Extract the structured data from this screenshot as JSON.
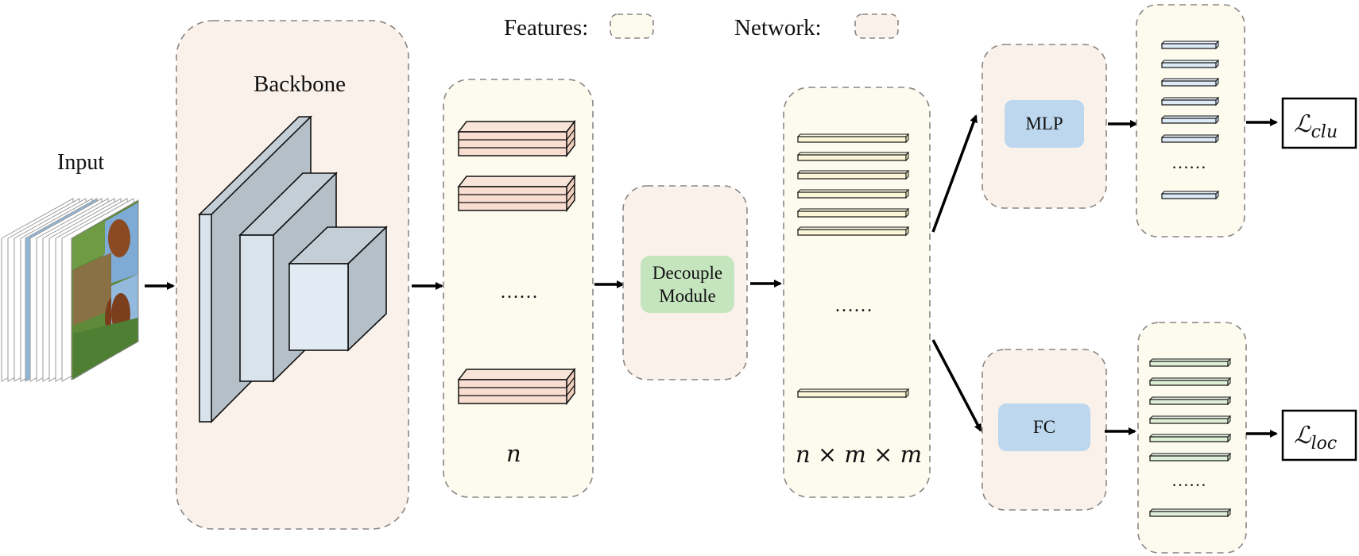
{
  "legend": {
    "features_label": "Features:",
    "network_label": "Network:"
  },
  "labels": {
    "input": "Input",
    "backbone": "Backbone",
    "decouple_line1": "Decouple",
    "decouple_line2": "Module",
    "mlp": "MLP",
    "fc": "FC",
    "n": "n",
    "n_m_m": "n × m × m",
    "ellipsis": "……",
    "loss_clu_main": "ℒ",
    "loss_clu_sub": "clu",
    "loss_loc_main": "ℒ",
    "loss_loc_sub": "loc"
  },
  "colors": {
    "feature_fill": "#fdfaee",
    "network_fill": "#faf1ea",
    "dash_stroke": "#8a8684",
    "backbone_front": "#d9e3ec",
    "backbone_side": "#b4bfc8",
    "feature_block": "#f8ddd0",
    "nm_bar": "#fbf6d8",
    "mlp_box": "#bcd7ee",
    "fc_box": "#bcd7ee",
    "decouple_box": "#c5e5bf",
    "clu_bar": "#ddeaf8",
    "loc_bar": "#dff0d8"
  }
}
